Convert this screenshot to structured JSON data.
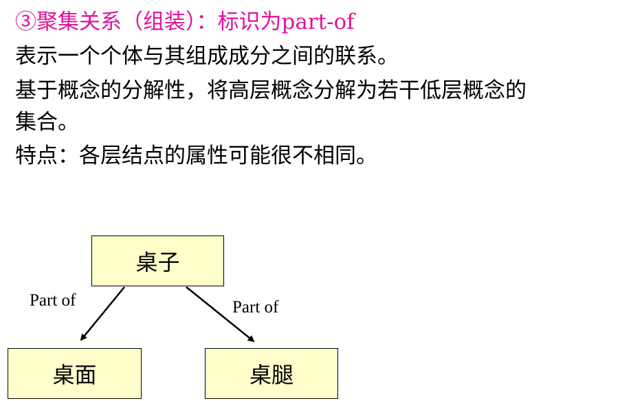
{
  "heading": "③聚集关系（组装）：标识为part-of",
  "lines": [
    "表示一个个体与其组成成分之间的联系。",
    "基于概念的分解性，将高层概念分解为若干低层概念的",
    "集合。",
    "特点：各层结点的属性可能很不相同。"
  ],
  "diagram": {
    "nodes": {
      "root": "桌子",
      "left": "桌面",
      "right": "桌腿"
    },
    "edges": [
      {
        "from": "root",
        "to": "left",
        "label": "Part of"
      },
      {
        "from": "root",
        "to": "right",
        "label": "Part of"
      }
    ]
  },
  "colors": {
    "heading": "#e0129a",
    "node_fill": "#ffffcc",
    "text": "#000000"
  }
}
